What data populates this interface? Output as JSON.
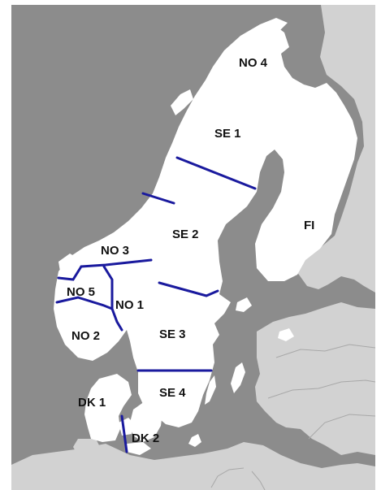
{
  "map": {
    "colors": {
      "sea": "#8c8c8c",
      "foreign_land": "#d2d2d2",
      "nordic_land": "#ffffff",
      "border": "#1a1a9e",
      "frame": "#ffffff"
    },
    "zones": [
      {
        "id": "NO4",
        "label": "NO 4"
      },
      {
        "id": "SE1",
        "label": "SE 1"
      },
      {
        "id": "SE2",
        "label": "SE 2"
      },
      {
        "id": "FI",
        "label": "FI"
      },
      {
        "id": "NO3",
        "label": "NO 3"
      },
      {
        "id": "NO5",
        "label": "NO 5"
      },
      {
        "id": "NO1",
        "label": "NO 1"
      },
      {
        "id": "NO2",
        "label": "NO 2"
      },
      {
        "id": "SE3",
        "label": "SE 3"
      },
      {
        "id": "SE4",
        "label": "SE 4"
      },
      {
        "id": "DK1",
        "label": "DK 1"
      },
      {
        "id": "DK2",
        "label": "DK 2"
      }
    ]
  }
}
